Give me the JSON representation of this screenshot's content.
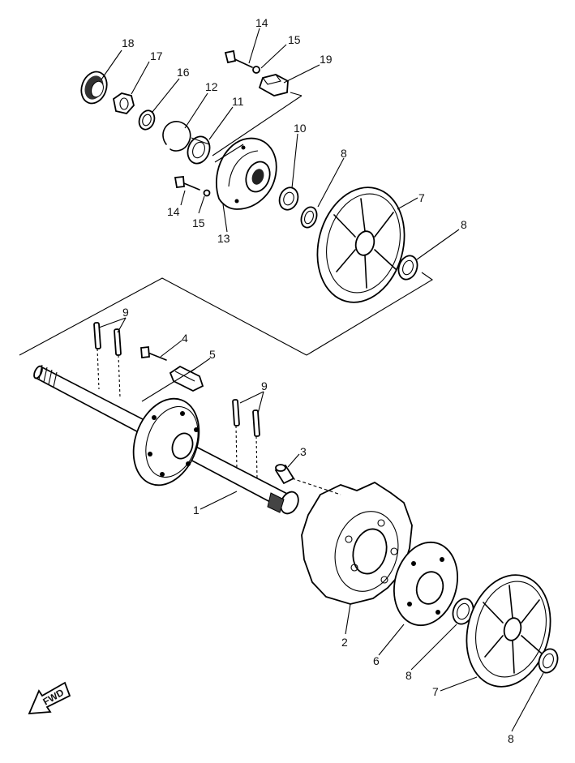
{
  "callouts": [
    {
      "id": "c18a",
      "text": "18"
    },
    {
      "id": "c17a",
      "text": "17"
    },
    {
      "id": "c16a",
      "text": "16"
    },
    {
      "id": "c12a",
      "text": "12"
    },
    {
      "id": "c11a",
      "text": "11"
    },
    {
      "id": "c14a",
      "text": "14"
    },
    {
      "id": "c15a",
      "text": "15"
    },
    {
      "id": "c19a",
      "text": "19"
    },
    {
      "id": "c10a",
      "text": "10"
    },
    {
      "id": "c8a",
      "text": "8"
    },
    {
      "id": "c7a",
      "text": "7"
    },
    {
      "id": "c8b",
      "text": "8"
    },
    {
      "id": "c14b",
      "text": "14"
    },
    {
      "id": "c15b",
      "text": "15"
    },
    {
      "id": "c13a",
      "text": "13"
    },
    {
      "id": "c9a",
      "text": "9"
    },
    {
      "id": "c4a",
      "text": "4"
    },
    {
      "id": "c5a",
      "text": "5"
    },
    {
      "id": "c9b",
      "text": "9"
    },
    {
      "id": "c3a",
      "text": "3"
    },
    {
      "id": "c1a",
      "text": "1"
    },
    {
      "id": "c2a",
      "text": "2"
    },
    {
      "id": "c6a",
      "text": "6"
    },
    {
      "id": "c8c",
      "text": "8"
    },
    {
      "id": "c7b",
      "text": "7"
    },
    {
      "id": "c8d",
      "text": "8"
    }
  ],
  "fwd_label": "FWD"
}
